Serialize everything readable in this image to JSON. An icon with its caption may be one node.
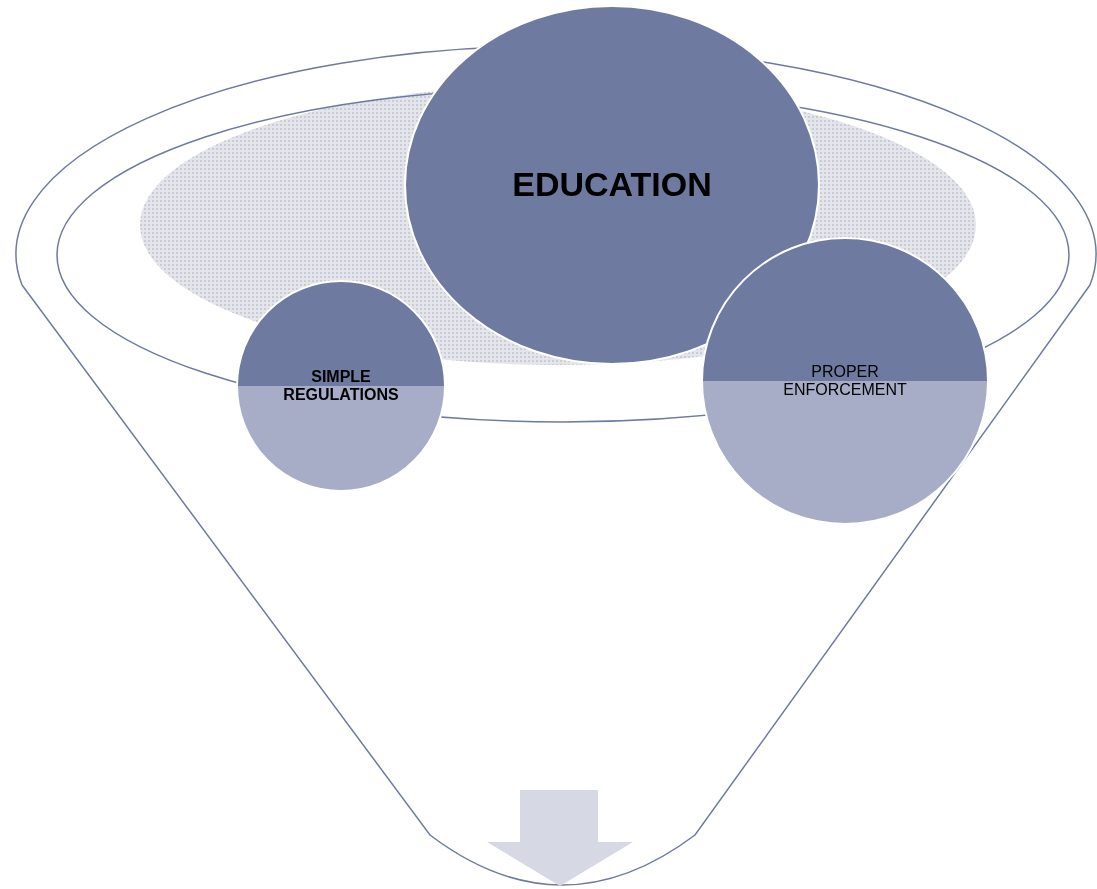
{
  "diagram": {
    "nodes": [
      {
        "text": [
          "EDUCATION"
        ]
      },
      {
        "text": [
          "SIMPLE REGULATIONS"
        ]
      },
      {
        "text": [
          "PROPER ENFORCEMENT"
        ]
      }
    ]
  }
}
